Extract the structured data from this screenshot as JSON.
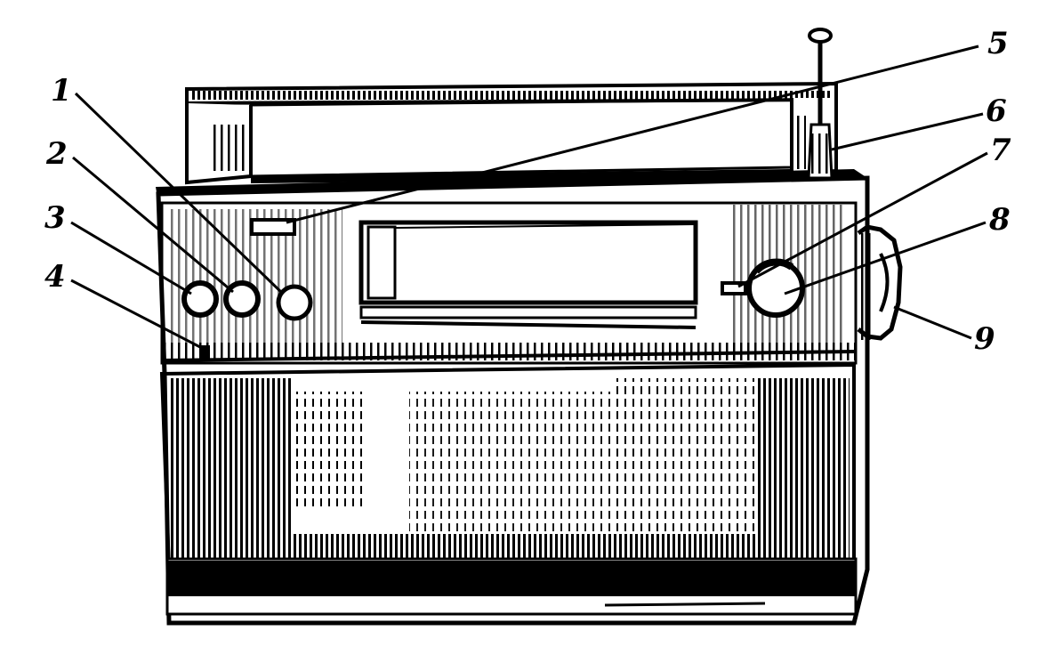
{
  "figure": {
    "colors": {
      "ink": "#000000",
      "paper": "#ffffff"
    },
    "callouts": [
      {
        "id": "c1",
        "label": "1",
        "part": "button-1"
      },
      {
        "id": "c2",
        "label": "2",
        "part": "button-2"
      },
      {
        "id": "c3",
        "label": "3",
        "part": "button-3"
      },
      {
        "id": "c4",
        "label": "4",
        "part": "jack"
      },
      {
        "id": "c5",
        "label": "5",
        "part": "indicator-window"
      },
      {
        "id": "c6",
        "label": "6",
        "part": "antenna"
      },
      {
        "id": "c7",
        "label": "7",
        "part": "switch-lever"
      },
      {
        "id": "c8",
        "label": "8",
        "part": "tuning-knob"
      },
      {
        "id": "c9",
        "label": "9",
        "part": "side-knob"
      }
    ]
  }
}
